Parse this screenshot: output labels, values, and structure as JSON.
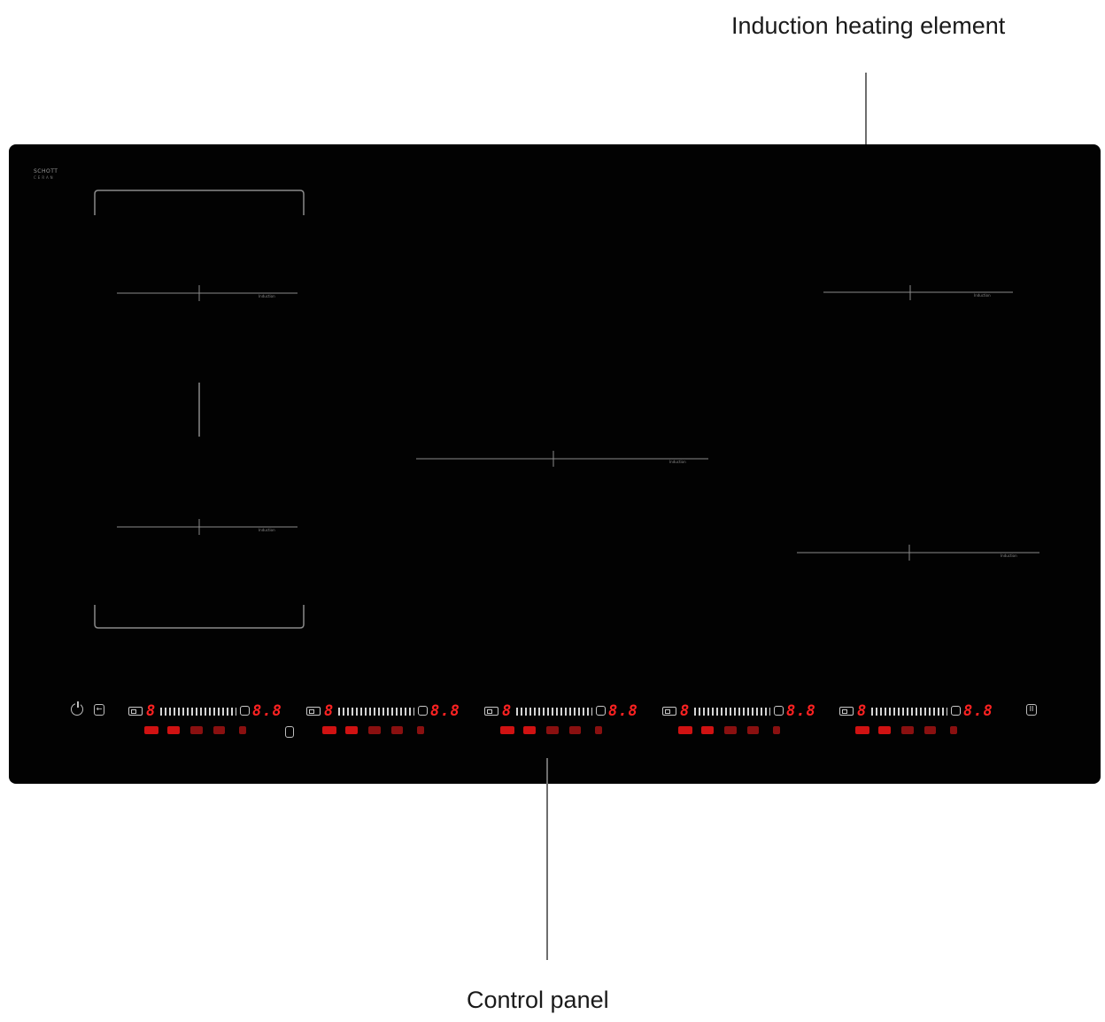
{
  "callouts": {
    "induction_heating_element": "Induction heating element",
    "control_panel": "Control panel"
  },
  "cooktop": {
    "brand": "SCHOTT",
    "brand_sub": "CERAN",
    "zone_caption": "Induction",
    "surface_color": "#020202",
    "indicator_color": "#ff2222"
  },
  "control_panel": {
    "power_icon": "power-icon",
    "lock_icon": "lock-icon",
    "lock_label": "←",
    "pause_icon": "pause-icon",
    "pause_label": "II",
    "bridge_icon": "bridge-icon",
    "zones": [
      {
        "level": "8",
        "timer": "8.8"
      },
      {
        "level": "8",
        "timer": "8.8"
      },
      {
        "level": "8",
        "timer": "8.8"
      },
      {
        "level": "8",
        "timer": "8.8"
      },
      {
        "level": "8",
        "timer": "8.8"
      }
    ]
  }
}
